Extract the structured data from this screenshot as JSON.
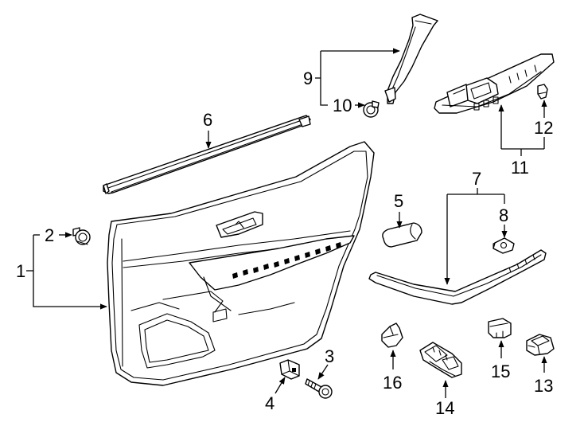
{
  "colors": {
    "line": "#000000",
    "background": "#ffffff"
  },
  "callouts": [
    {
      "id": "1",
      "text": "1"
    },
    {
      "id": "2",
      "text": "2"
    },
    {
      "id": "3",
      "text": "3"
    },
    {
      "id": "4",
      "text": "4"
    },
    {
      "id": "5",
      "text": "5"
    },
    {
      "id": "6",
      "text": "6"
    },
    {
      "id": "7",
      "text": "7"
    },
    {
      "id": "8",
      "text": "8"
    },
    {
      "id": "9",
      "text": "9"
    },
    {
      "id": "10",
      "text": "10"
    },
    {
      "id": "11",
      "text": "11"
    },
    {
      "id": "12",
      "text": "12"
    },
    {
      "id": "13",
      "text": "13"
    },
    {
      "id": "14",
      "text": "14"
    },
    {
      "id": "15",
      "text": "15"
    },
    {
      "id": "16",
      "text": "16"
    }
  ]
}
